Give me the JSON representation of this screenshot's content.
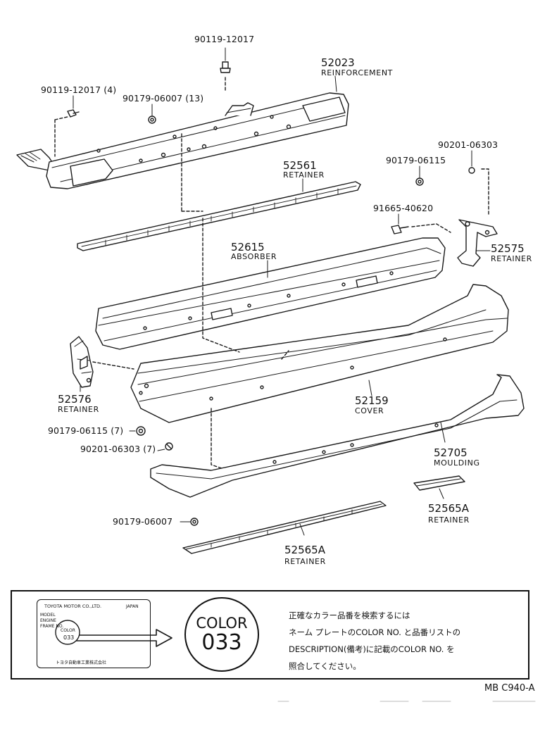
{
  "parts": {
    "bolt_top": "90119-12017",
    "reinforcement_no": "52023",
    "reinforcement_name": "REINFORCEMENT",
    "bolt_left": "90119-12017 (4)",
    "nut_left": "90179-06007 (13)",
    "retainer_upper_no": "52561",
    "retainer_upper_name": "RETAINER",
    "clip_right": "90201-06303",
    "nut_right": "90179-06115",
    "bolt_right": "91665-40620",
    "absorber_no": "52615",
    "absorber_name": "ABSORBER",
    "retainer_right_no": "52575",
    "retainer_right_name": "RETAINER",
    "retainer_left_no": "52576",
    "retainer_left_name": "RETAINER",
    "cover_no": "52159",
    "cover_name": "COVER",
    "nut_mid": "90179-06115 (7)",
    "clip_mid": "90201-06303 (7)",
    "moulding_no": "52705",
    "moulding_name": "MOULDING",
    "retainer_small_no": "52565A",
    "retainer_small_name": "RETAINER",
    "nut_bottom": "90179-06007",
    "retainer_bottom_no": "52565A",
    "retainer_bottom_name": "RETAINER"
  },
  "legend": {
    "plate_maker": "TOYOTA MOTOR CO.,LTD.",
    "plate_country": "JAPAN",
    "plate_model": "MODEL",
    "plate_engine": "ENGINE",
    "plate_frame": "FRAME NO.",
    "plate_color": "COLOR",
    "plate_color_code": "033",
    "plate_footer": "トヨタ自動車工業株式会社",
    "circle_word": "COLOR",
    "circle_code": "033",
    "note_lines": [
      "正確なカラー品番を検索するには",
      "ネーム プレートのCOLOR NO. と品番リストの",
      "DESCRIPTION(備考)に記載のCOLOR NO. を",
      "照合してください。"
    ]
  },
  "page_code": "MB  C940-A"
}
